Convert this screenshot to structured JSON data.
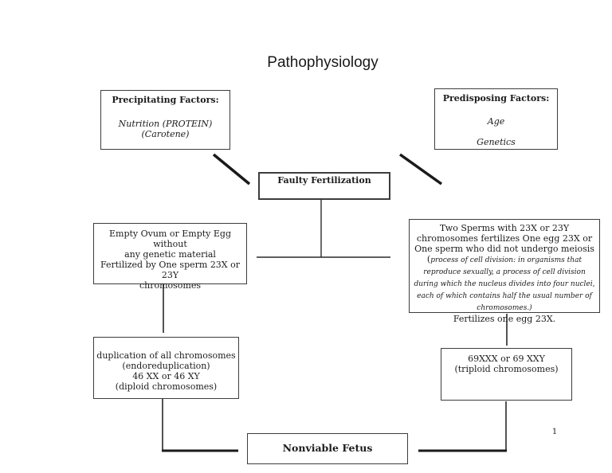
{
  "page": {
    "title": "Pathophysiology",
    "page_number": "1"
  },
  "diagram": {
    "precipitating_factors": {
      "heading": "Precipitating Factors:",
      "items": [
        "Nutrition (PROTEIN)",
        "(Carotene)"
      ]
    },
    "predisposing_factors": {
      "heading": "Predisposing Factors:",
      "items": [
        "Age",
        "Genetics"
      ]
    },
    "faulty_fertilization": {
      "label": "Faulty Fertilization"
    },
    "empty_ovum": {
      "lines": [
        "Empty Ovum or Empty Egg without",
        "any genetic material",
        "Fertilized by One sperm 23X or 23Y",
        "chromosomes"
      ]
    },
    "two_sperms": {
      "text_normal": "Two Sperms with 23X or 23Y chromosomes fertilizes One egg 23X or One sperm who did not undergo meiosis (",
      "text_italic": "process of cell division: in organisms that reproduce sexually, a process of cell division during which the nucleus divides into four nuclei, each of which contains half the usual number of chromosomes.)",
      "text_final": "Fertilizes one egg 23X."
    },
    "endoreduplication": {
      "lines": [
        "duplication of all chromosomes",
        "(endoreduplication)",
        "46 XX or 46 XY",
        "(diploid chromosomes)"
      ]
    },
    "triploid": {
      "lines": [
        "69XXX or 69 XXY",
        "(triploid chromosomes)"
      ]
    },
    "nonviable_fetus": {
      "label": "Nonviable Fetus"
    }
  },
  "colors": {
    "border": "#3d3d3d",
    "text": "#1c1c1c",
    "background": "#ffffff",
    "connector": "#1a1a1a"
  }
}
